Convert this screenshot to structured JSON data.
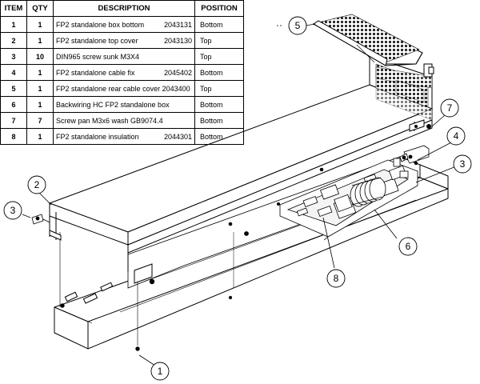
{
  "bom": {
    "headers": [
      "ITEM",
      "QTY",
      "DESCRIPTION",
      "POSITION"
    ],
    "rows": [
      {
        "item": "1",
        "qty": "1",
        "description": "FP2 standalone box bottom",
        "code": "2043131",
        "position": "Bottom"
      },
      {
        "item": "2",
        "qty": "1",
        "description": "FP2 standalone top cover",
        "code": "2043130",
        "position": "Top"
      },
      {
        "item": "3",
        "qty": "10",
        "description": "DIN965 screw sunk M3X4",
        "code": "",
        "position": "Top"
      },
      {
        "item": "4",
        "qty": "1",
        "description": "FP2 standalone cable fix",
        "code": "2045402",
        "position": "Bottom"
      },
      {
        "item": "5",
        "qty": "1",
        "description": "FP2 standalone rear cable cover 2043400",
        "code": "",
        "position": "Top"
      },
      {
        "item": "6",
        "qty": "1",
        "description": "Backwiring HC FP2 standalone box",
        "code": "",
        "position": "Bottom"
      },
      {
        "item": "7",
        "qty": "7",
        "description": "Screw pan M3x6 wash GB9074.4",
        "code": "",
        "position": "Bottom"
      },
      {
        "item": "8",
        "qty": "1",
        "description": "FP2 standalone  insulation",
        "code": "2044301",
        "position": "Bottom"
      }
    ]
  },
  "callouts": {
    "c1": "1",
    "c2": "2",
    "c3_left": "3",
    "c3_right": "3",
    "c4": "4",
    "c5": "5",
    "c6": "6",
    "c7": "7",
    "c8": "8"
  }
}
